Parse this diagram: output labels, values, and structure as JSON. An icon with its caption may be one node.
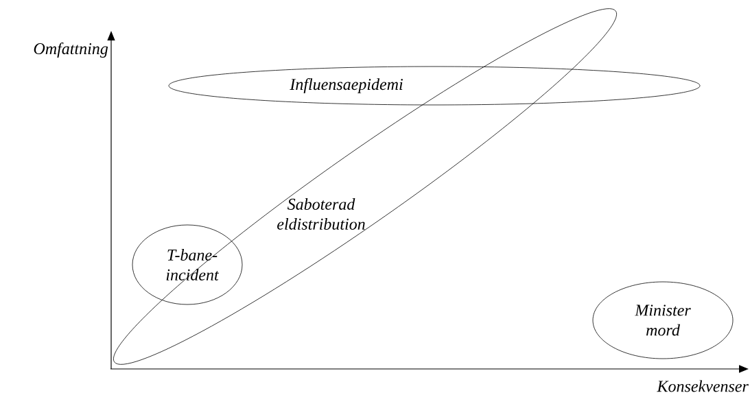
{
  "diagram": {
    "nodes": [
      {
        "text": [
          "Influensaepidemi"
        ]
      },
      {
        "text": [
          "Saboterad eldistribution"
        ]
      },
      {
        "text": [
          "T-bane-incident"
        ]
      },
      {
        "text": [
          "Minister mord"
        ]
      }
    ],
    "labels": [
      "Omfattning",
      "Konsekvenser"
    ]
  }
}
